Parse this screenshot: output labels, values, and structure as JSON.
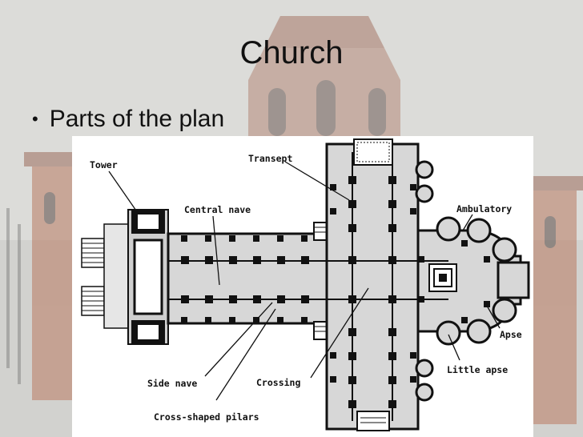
{
  "slide": {
    "title": "Church",
    "bullets": [
      "Parts of the plan"
    ]
  },
  "colors": {
    "background": "#d9d9d7",
    "tower_brick": "#b9705a",
    "floor": "#d7d7d7",
    "wall": "#111111"
  },
  "diagram": {
    "labels": {
      "tower": "Tower",
      "transept": "Transept",
      "central_nave": "Central nave",
      "ambulatory": "Ambulatory",
      "apse": "Apse",
      "little_apse": "Little apse",
      "side_nave": "Side nave",
      "crossing": "Crossing",
      "pillars": "Cross-shaped pilars"
    }
  }
}
